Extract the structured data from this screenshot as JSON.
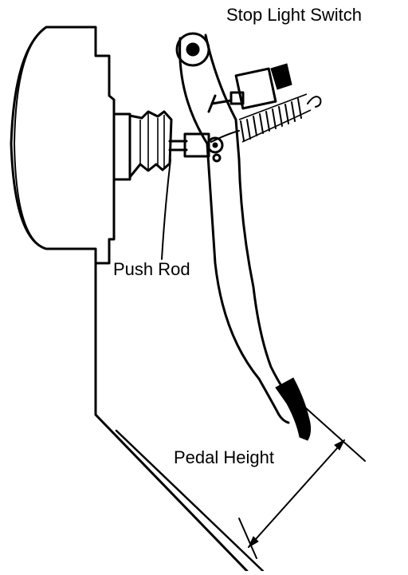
{
  "labels": {
    "stop_light_switch": "Stop Light Switch",
    "push_rod": "Push Rod",
    "pedal_height": "Pedal Height"
  },
  "colors": {
    "ink": "#000000",
    "background": "#ffffff"
  }
}
